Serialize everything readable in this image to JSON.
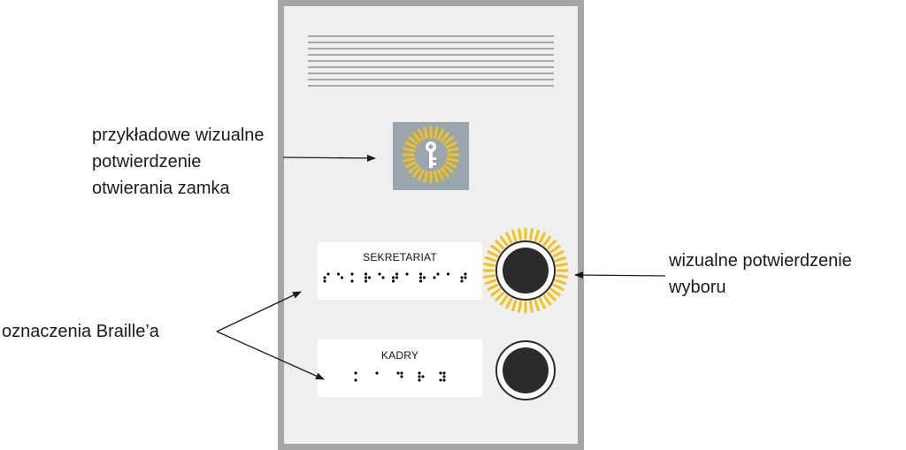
{
  "annotations": {
    "lock_line1": "przykładowe wizualne",
    "lock_line2": "potwierdzenie",
    "lock_line3": "otwierania zamka",
    "selection_line1": "wizualne potwierdzenie",
    "selection_line2": "wyboru",
    "braille": "oznaczenia Braille’a"
  },
  "buttons": [
    {
      "label": "SEKRETARIAT",
      "active": true
    },
    {
      "label": "KADRY",
      "active": false
    }
  ],
  "icons": {
    "lock": "key-icon",
    "glow": "sunburst-glow-icon",
    "button": "round-call-button-icon"
  },
  "colors": {
    "panel": "#efefef",
    "panel_border": "#a5a5a5",
    "indicator_bg": "#9ba5ae",
    "glow": "#f2c21b",
    "button": "#2b2b2b"
  }
}
